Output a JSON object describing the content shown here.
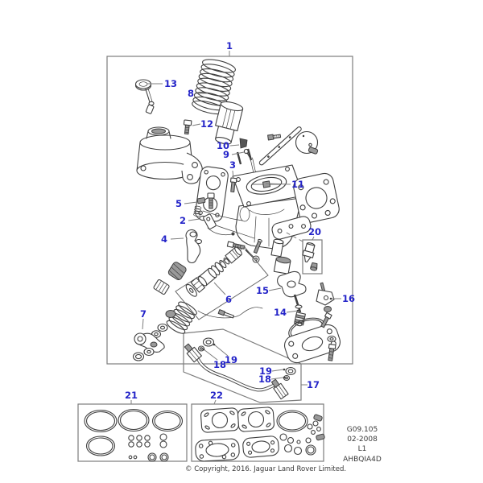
{
  "colors": {
    "callout_blue": "#2424c8",
    "art_dark": "#3f3f3f",
    "box_gray": "#7d7d7d",
    "background": "#ffffff"
  },
  "callouts": {
    "n1": "1",
    "n2": "2",
    "n3": "3",
    "n4": "4",
    "n5": "5",
    "n6": "6",
    "n7": "7",
    "n8": "8",
    "n9": "9",
    "n10": "10",
    "n11": "11",
    "n12": "12",
    "n13": "13",
    "n14": "14",
    "n15": "15",
    "n16": "16",
    "n17": "17",
    "n18a": "18",
    "n18b": "18",
    "n19a": "19",
    "n19b": "19",
    "n20": "20",
    "n21": "21",
    "n22": "22"
  },
  "ref_block": {
    "lines": [
      "G09.105",
      "02-2008",
      "L1",
      "AHBQIA4D"
    ]
  },
  "footer": {
    "copyright": "© Copyright, 2016. Jaguar Land Rover Limited."
  }
}
